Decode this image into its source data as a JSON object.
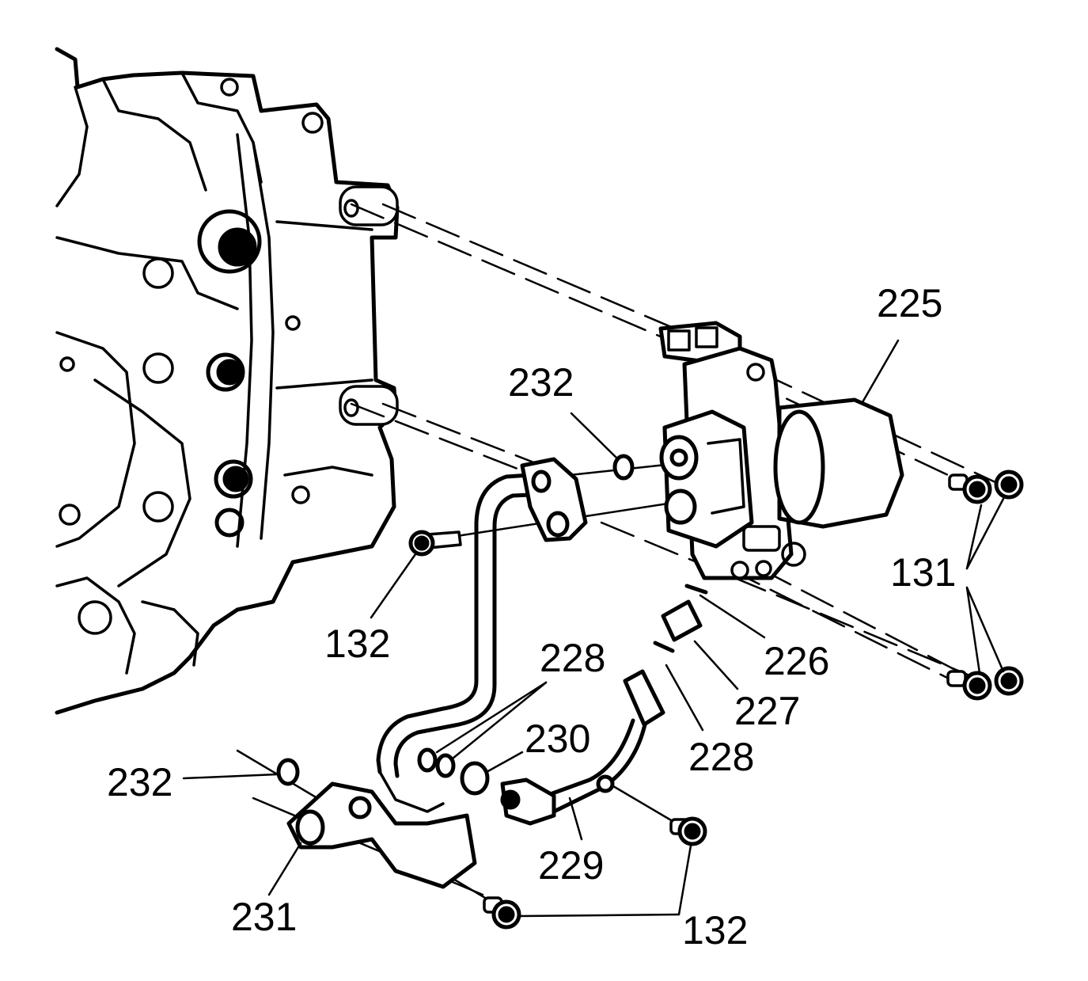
{
  "diagram": {
    "type": "exploded-parts-view",
    "callouts": {
      "c225": "225",
      "c232_top": "232",
      "c131": "131",
      "c132_left": "132",
      "c228_top": "228",
      "c226": "226",
      "c227": "227",
      "c230": "230",
      "c228_right": "228",
      "c232_left": "232",
      "c229": "229",
      "c231": "231",
      "c132_bottom": "132"
    },
    "line_color": "#000000",
    "background_color": "#ffffff"
  }
}
